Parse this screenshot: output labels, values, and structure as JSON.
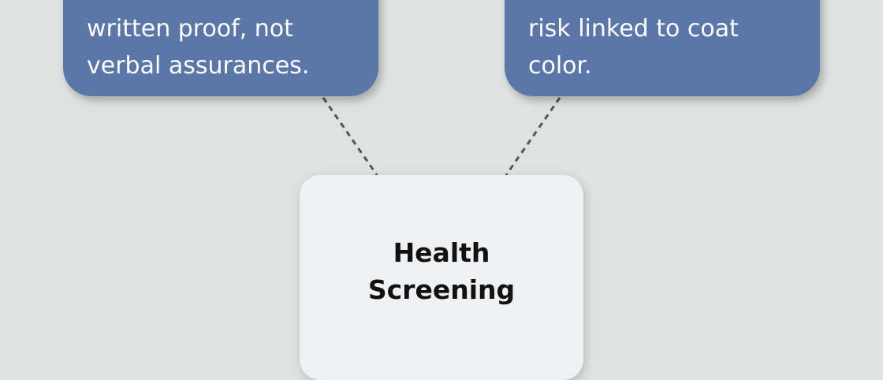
{
  "nodes": {
    "left": {
      "lines": [
        "written proof, not",
        "verbal assurances."
      ],
      "color": "#5b77a9"
    },
    "right": {
      "lines": [
        "risk linked to coat",
        "color."
      ],
      "color": "#5b77a9"
    },
    "center": {
      "lines": [
        "Health",
        "Screening"
      ]
    }
  }
}
